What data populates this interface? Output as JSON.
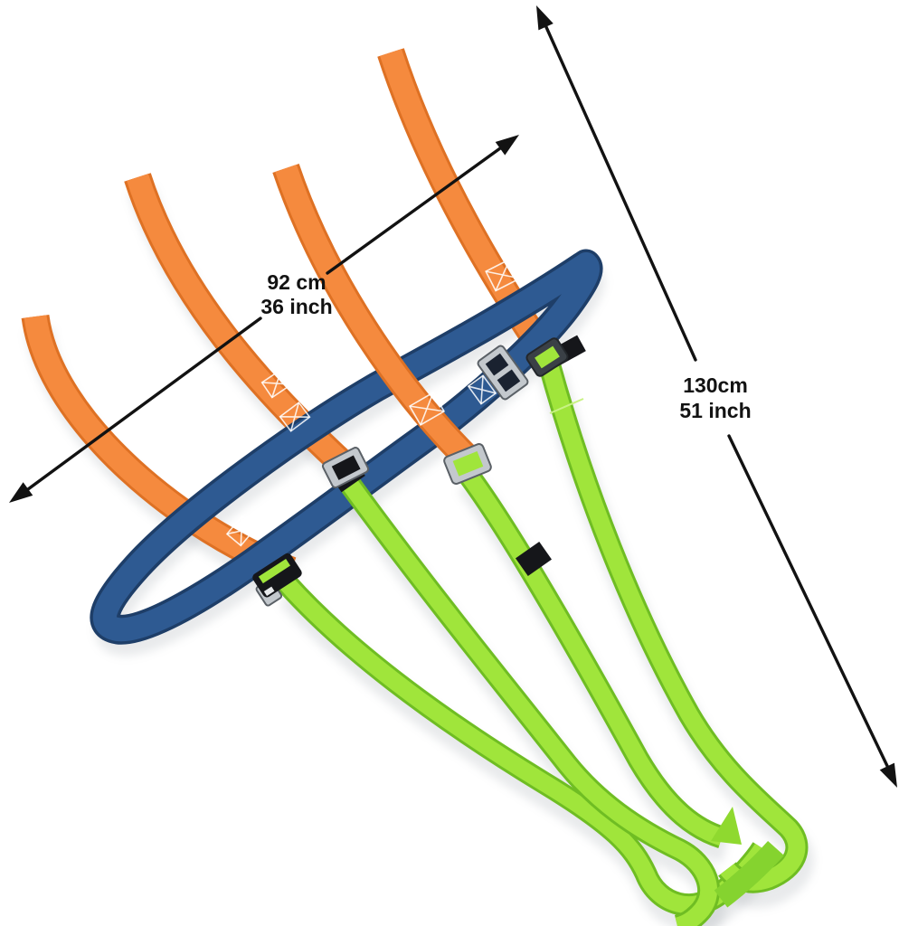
{
  "subject": "strap-set-dimension-photo",
  "parts": [
    "orange-straps",
    "navy-loop-strap",
    "green-straps",
    "metal-buckles",
    "black-keepers"
  ],
  "dimensions": {
    "width": {
      "metric": "92 cm",
      "imperial": "36 inch"
    },
    "length": {
      "metric": "130cm",
      "imperial": "51 inch"
    }
  },
  "colors": {
    "bg": "#FFFFFF",
    "orange": "#F58A3E",
    "orange_dark": "#DE7124",
    "navy": "#2E5A92",
    "navy_dark": "#1E3E68",
    "green": "#A0E53B",
    "green_dark": "#6FBD23",
    "green_wrap": "#85D32F",
    "metal": "#C3C8CD",
    "metal_dark": "#5A6066",
    "black": "#15161A",
    "arrow": "#121212",
    "text": "#121212",
    "stitch": "#FFFFFF",
    "shadow": "#9AA1A8"
  }
}
